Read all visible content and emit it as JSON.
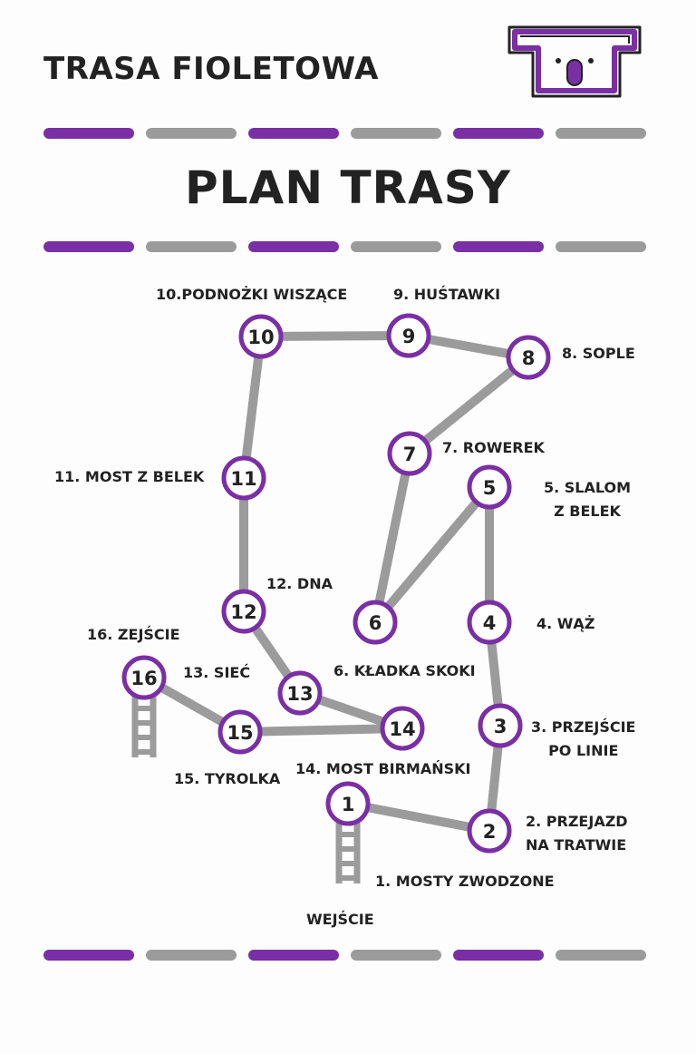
{
  "header": {
    "route_title": "TRASA FIOLETOWA",
    "plan_title": "PLAN TRASY",
    "logo_icon": "koala-icon"
  },
  "colors": {
    "purple": "#7a2fa5",
    "gray": "#9b9b9b",
    "text": "#222222",
    "background": "#fdfdfd"
  },
  "divider_pattern": [
    "purple",
    "gray",
    "purple",
    "gray",
    "purple",
    "gray"
  ],
  "stations": [
    {
      "number": "1",
      "label": "1. MOSTY ZWODZONE"
    },
    {
      "number": "2",
      "label": "2. PRZEJAZD\nNA TRATWIE"
    },
    {
      "number": "3",
      "label": "3. PRZEJŚCIE\nPO LINIE"
    },
    {
      "number": "4",
      "label": "4. WĄŻ"
    },
    {
      "number": "5",
      "label": "5. SLALOM\nZ BELEK"
    },
    {
      "number": "6",
      "label": "6. KŁADKA SKOKI"
    },
    {
      "number": "7",
      "label": "7. ROWEREK"
    },
    {
      "number": "8",
      "label": "8. SOPLE"
    },
    {
      "number": "9",
      "label": "9. HUŚTAWKI"
    },
    {
      "number": "10",
      "label": "10.PODNOŻKI WISZĄCE"
    },
    {
      "number": "11",
      "label": "11. MOST Z BELEK"
    },
    {
      "number": "12",
      "label": "12. DNA"
    },
    {
      "number": "13",
      "label": "13. SIEĆ"
    },
    {
      "number": "14",
      "label": "14. MOST BIRMAŃSKI"
    },
    {
      "number": "15",
      "label": "15. TYROLKA"
    },
    {
      "number": "16",
      "label": "16. ZEJŚCIE"
    }
  ],
  "entrance_label": "WEJŚCIE",
  "connections": [
    [
      "1",
      "2"
    ],
    [
      "2",
      "3"
    ],
    [
      "3",
      "4"
    ],
    [
      "4",
      "5"
    ],
    [
      "5",
      "6"
    ],
    [
      "6",
      "7"
    ],
    [
      "7",
      "8"
    ],
    [
      "8",
      "9"
    ],
    [
      "9",
      "10"
    ],
    [
      "10",
      "11"
    ],
    [
      "11",
      "12"
    ],
    [
      "12",
      "13"
    ],
    [
      "13",
      "14"
    ],
    [
      "14",
      "15"
    ],
    [
      "15",
      "16"
    ]
  ],
  "ladders": [
    {
      "attached_to": "1",
      "type": "entrance"
    },
    {
      "attached_to": "16",
      "type": "exit"
    }
  ]
}
